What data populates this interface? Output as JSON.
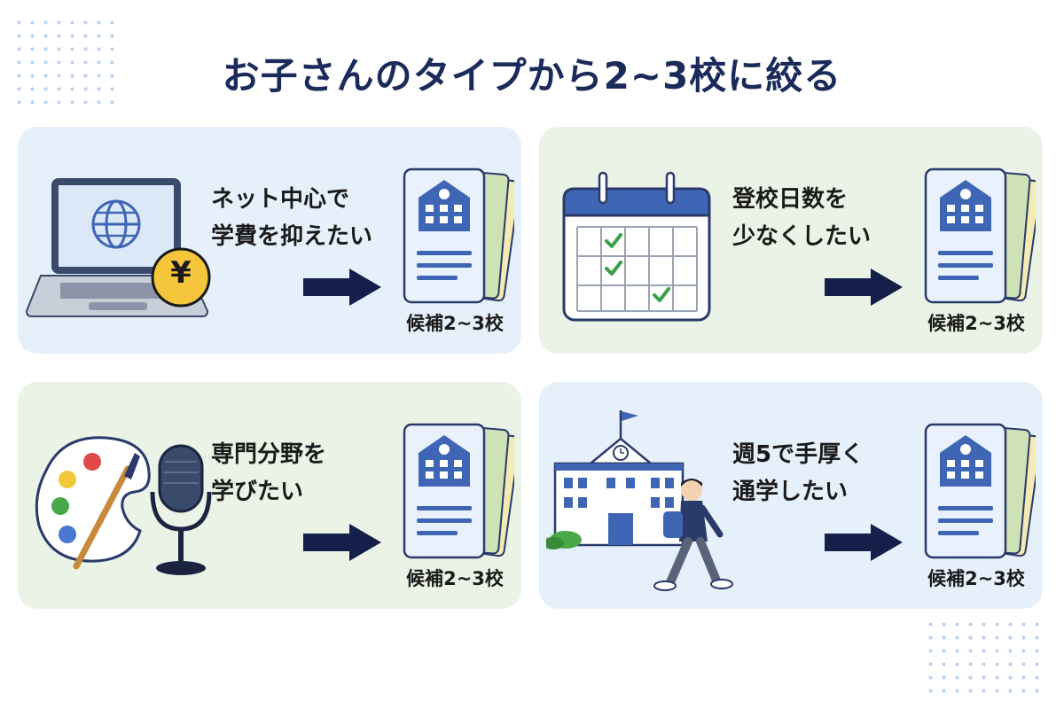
{
  "title": "お子さんのタイプから2~3校に絞る",
  "cards": [
    {
      "line1": "ネット中心で",
      "line2": "学費を抑えたい",
      "caption": "候補2~3校",
      "icon": "laptop-yen-icon",
      "yen": "¥"
    },
    {
      "line1": "登校日数を",
      "line2": "少なくしたい",
      "caption": "候補2~3校",
      "icon": "calendar-icon"
    },
    {
      "line1": "専門分野を",
      "line2": "学びたい",
      "caption": "候補2~3校",
      "icon": "palette-microphone-icon"
    },
    {
      "line1": "週5で手厚く",
      "line2": "通学したい",
      "caption": "候補2~3校",
      "icon": "school-student-icon"
    }
  ],
  "colors": {
    "title": "#1a2a5a",
    "card_blue": "#e6f0fb",
    "card_green": "#eaf3e6",
    "arrow": "#15204a",
    "doc_blue": "#3f66b5"
  }
}
